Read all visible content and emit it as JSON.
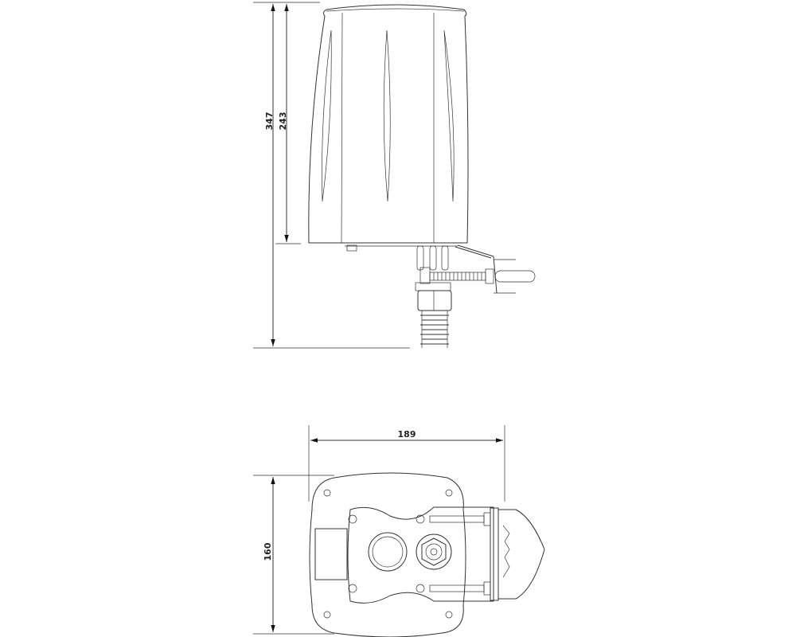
{
  "dimensions": {
    "total_height": "347",
    "radome_height": "243",
    "width": "189",
    "depth": "160"
  },
  "colors": {
    "line": "#333333",
    "background": "#ffffff"
  }
}
